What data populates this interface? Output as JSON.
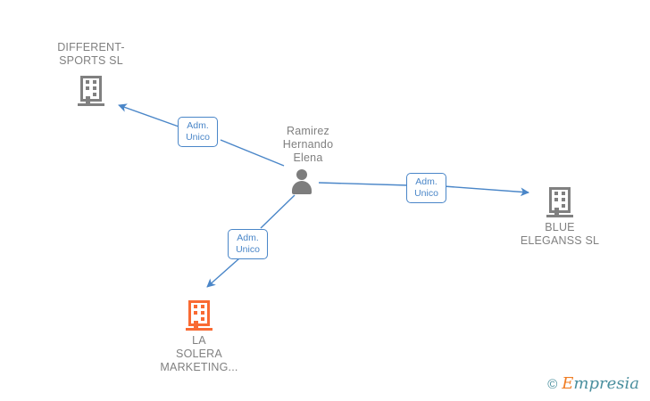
{
  "diagram": {
    "type": "corporate-relationship-graph",
    "background_color": "#ffffff",
    "edge_color": "#4a86c8",
    "label_text_color": "#808080",
    "person_icon_color": "#7d7d7d",
    "nodes": [
      {
        "id": "different-sports",
        "kind": "company",
        "label": "DIFFERENT-\nSPORTS SL",
        "icon": "building-icon",
        "icon_color": "#808080"
      },
      {
        "id": "ramirez-hernando-elena",
        "kind": "person",
        "label": "Ramirez\nHernando\nElena",
        "icon": "person-icon",
        "icon_color": "#7d7d7d"
      },
      {
        "id": "blue-eleganss",
        "kind": "company",
        "label": "BLUE\nELEGANSS  SL",
        "icon": "building-icon",
        "icon_color": "#808080"
      },
      {
        "id": "la-solera-marketing",
        "kind": "company",
        "label": "LA\nSOLERA\nMARKETING...",
        "icon": "building-icon",
        "icon_color": "#f96a33"
      }
    ],
    "edges": [
      {
        "id": "edge-to-different-sports",
        "from": "ramirez-hernando-elena",
        "to": "different-sports",
        "label": "Adm.\nUnico",
        "direction": "up-left"
      },
      {
        "id": "edge-to-blue-eleganss",
        "from": "ramirez-hernando-elena",
        "to": "blue-eleganss",
        "label": "Adm.\nUnico",
        "direction": "right"
      },
      {
        "id": "edge-to-la-solera",
        "from": "ramirez-hernando-elena",
        "to": "la-solera-marketing",
        "label": "Adm.\nUnico",
        "direction": "down-left"
      }
    ]
  },
  "watermark": {
    "copyright_symbol": "©",
    "lead_letter": "E",
    "rest_text": "mpresia",
    "accent_color": "#f07d24",
    "text_color": "#4a8f9e"
  }
}
